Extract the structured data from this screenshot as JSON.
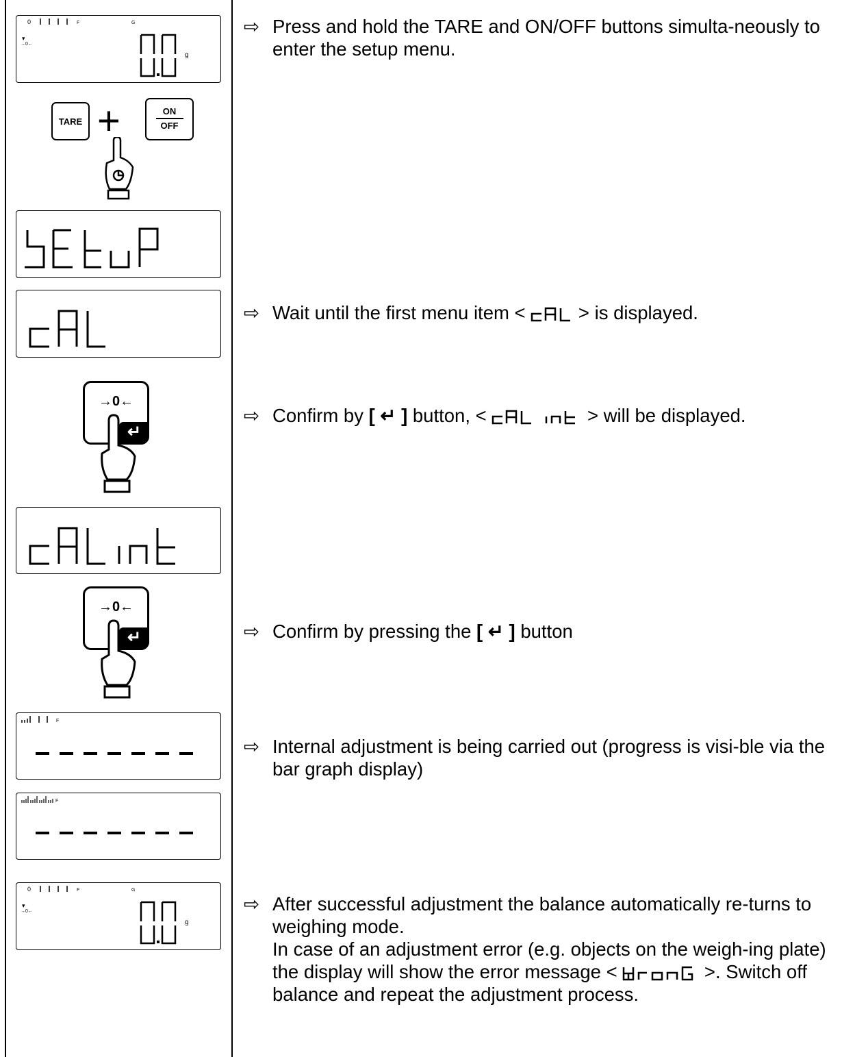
{
  "displays": {
    "d1_value": "0.0",
    "d1_unit": "g",
    "d1_top_left": "0",
    "d1_top_f": "F",
    "d1_top_g": "G",
    "d1_indicator": "→0←",
    "setup": "SEtuP",
    "cal": "cAL",
    "cal_int": "cAL int",
    "dashes": "-------",
    "bar1_f": "F",
    "bar2_f": "F",
    "d9_value": "0.0",
    "d9_unit": "g",
    "d9_top_left": "0",
    "d9_top_f": "F",
    "d9_top_g": "G"
  },
  "buttons": {
    "tare": "TARE",
    "plus": "+",
    "on": "ON",
    "off": "OFF",
    "zero": "→0←",
    "enter_icon": "enter-arrow-icon"
  },
  "steps": [
    {
      "arrow": "⇨",
      "text": "Press and hold the TARE and ON/OFF buttons simulta-neously to enter the setup menu."
    },
    {
      "arrow": "⇨",
      "pre": "Wait until the first menu item < ",
      "code": "cAL",
      "post": " > is displayed."
    },
    {
      "arrow": "⇨",
      "pre": "Confirm by ",
      "key": "[ ↵ ]",
      "mid": " button, < ",
      "code": "cAL int",
      "post": " > will be displayed."
    },
    {
      "arrow": "⇨",
      "pre": "Confirm by pressing the ",
      "key": "[ ↵ ]",
      "post": " button"
    },
    {
      "arrow": "⇨",
      "text": "Internal adjustment is being carried out (progress is visi-ble via the bar graph display)"
    },
    {
      "arrow": "⇨",
      "line1": "After successful adjustment the balance automatically re-turns to weighing mode.",
      "line2_pre": "In case of an adjustment error (e.g. objects on the weigh-ing plate) the display will show the error message < ",
      "code": "WronG",
      "line2_post": " >. Switch off balance and repeat the adjustment process."
    }
  ]
}
